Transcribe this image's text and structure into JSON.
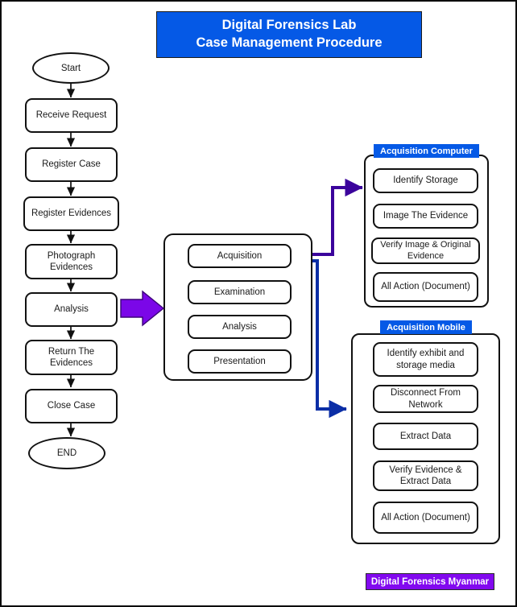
{
  "title_banner": {
    "line1": "Digital Forensics Lab",
    "line2": "Case Management Procedure",
    "bg_color": "#0559e6",
    "text_color": "#ffffff"
  },
  "footer": {
    "label": "Digital Forensics Myanmar",
    "bg_color": "#8209ef",
    "text_color": "#ffffff"
  },
  "main_flow": {
    "name": "Case Management Main Flow",
    "nodes": [
      {
        "id": "start",
        "label": "Start",
        "shape": "terminator"
      },
      {
        "id": "receive-request",
        "label": "Receive Request",
        "shape": "process"
      },
      {
        "id": "register-case",
        "label": "Register Case",
        "shape": "process"
      },
      {
        "id": "register-evidences",
        "label": "Register Evidences",
        "shape": "process"
      },
      {
        "id": "photograph-evidences",
        "label": "Photograph Evidences",
        "shape": "process"
      },
      {
        "id": "analysis",
        "label": "Analysis",
        "shape": "process"
      },
      {
        "id": "return-the-evidences",
        "label": "Return The Evidences",
        "shape": "process"
      },
      {
        "id": "close-case",
        "label": "Close Case",
        "shape": "process"
      },
      {
        "id": "end",
        "label": "END",
        "shape": "terminator"
      }
    ]
  },
  "analysis_subprocess": {
    "name": "Analysis Sub-Process",
    "nodes": [
      {
        "id": "acquisition",
        "label": "Acquisition"
      },
      {
        "id": "examination",
        "label": "Examination"
      },
      {
        "id": "sub-analysis",
        "label": "Analysis"
      },
      {
        "id": "presentation",
        "label": "Presentation"
      }
    ]
  },
  "acquisition_computer": {
    "badge": "Acquisition Computer",
    "nodes": [
      {
        "id": "identify-storage",
        "label": "Identify Storage"
      },
      {
        "id": "image-the-evidence",
        "label": "Image The Evidence"
      },
      {
        "id": "verify-image-original-evidence",
        "label": "Verify Image & Original Evidence"
      },
      {
        "id": "computer-all-action",
        "label": "All Action (Document)"
      }
    ]
  },
  "acquisition_mobile": {
    "badge": "Acquisition Mobile",
    "nodes": [
      {
        "id": "identify-exhibit-storage-media",
        "label": "Identify exhibit and storage media"
      },
      {
        "id": "disconnect-from-network",
        "label": "Disconnect From Network"
      },
      {
        "id": "extract-data",
        "label": "Extract Data"
      },
      {
        "id": "verify-evidence-extract-data",
        "label": "Verify Evidence & Extract Data"
      },
      {
        "id": "mobile-all-action",
        "label": "All Action (Document)"
      }
    ]
  },
  "connectors": {
    "analysis_to_subprocess_color": "#7b07e8",
    "acquisition_to_computer_color": "#3b039c",
    "acquisition_to_mobile_color": "#0b2ea6",
    "flow_line_color": "#111111"
  }
}
